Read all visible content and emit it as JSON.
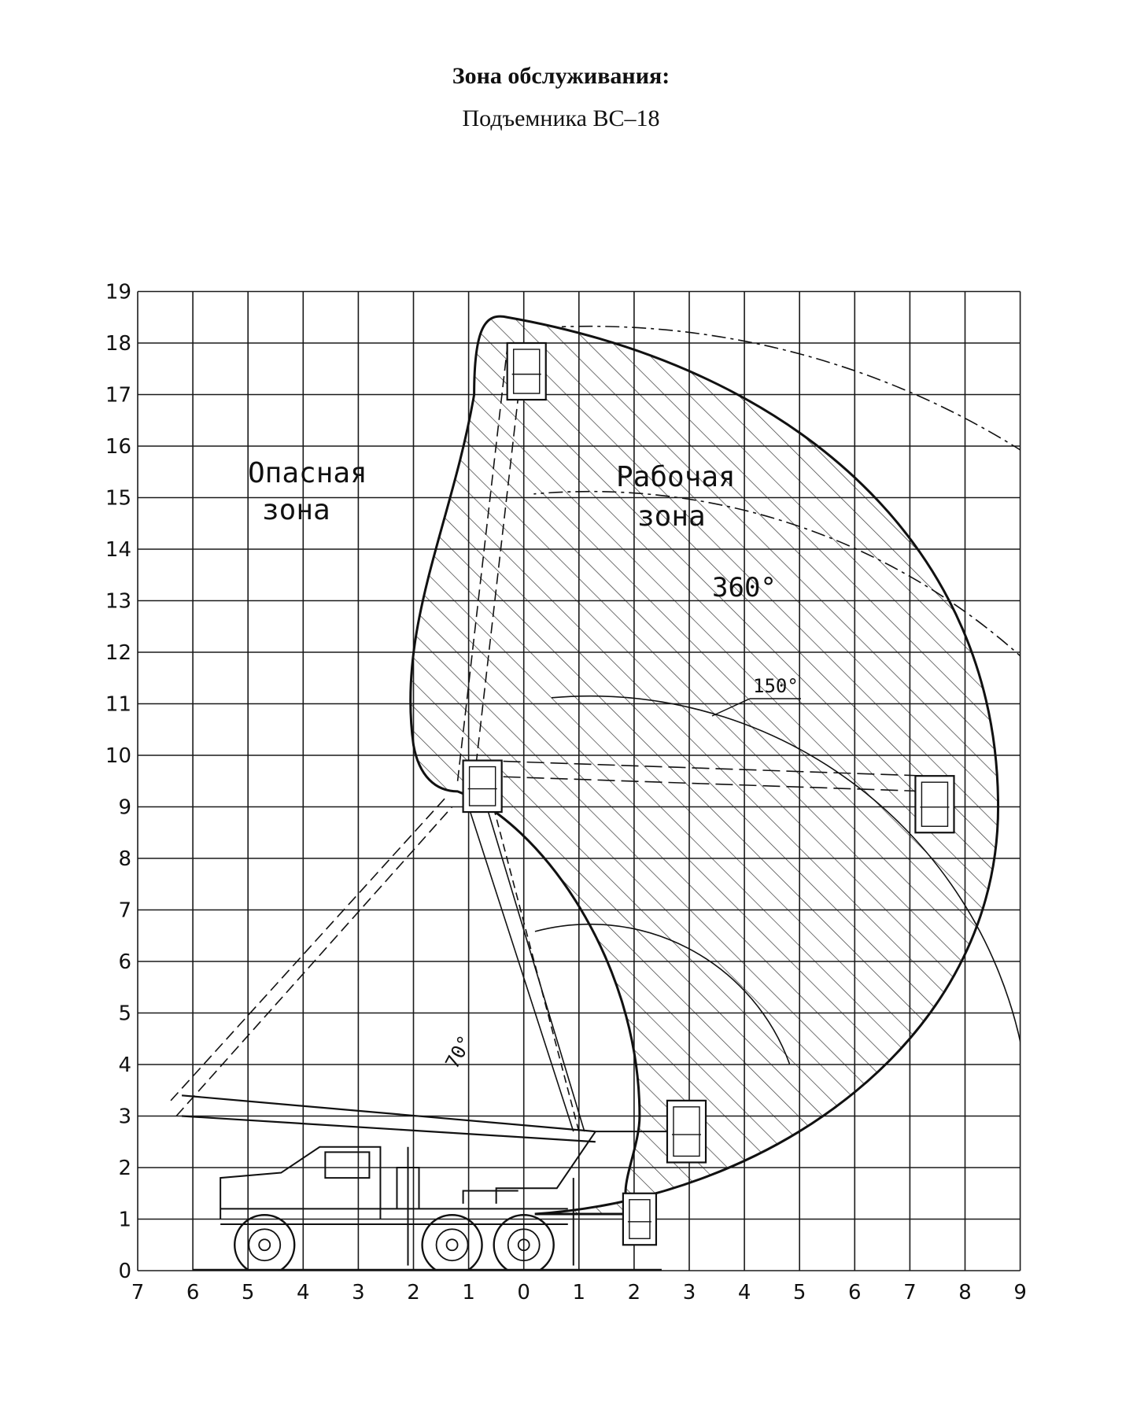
{
  "header": {
    "title": "Зона обслуживания:",
    "subtitle": "Подъемника ВС–18"
  },
  "axes": {
    "x_ticks": [
      "7",
      "6",
      "5",
      "4",
      "3",
      "2",
      "1",
      "0",
      "1",
      "2",
      "3",
      "4",
      "5",
      "6",
      "7",
      "8",
      "9"
    ],
    "y_ticks": [
      "0",
      "1",
      "2",
      "3",
      "4",
      "5",
      "6",
      "7",
      "8",
      "9",
      "10",
      "11",
      "12",
      "13",
      "14",
      "15",
      "16",
      "17",
      "18",
      "19"
    ]
  },
  "labels": {
    "danger_zone_line1": "Опасная",
    "danger_zone_line2": "зона",
    "work_zone_line1": "Рабочая",
    "work_zone_line2": "зона",
    "rotation_angle": "360°",
    "angle_150": "150°",
    "angle_70": "70°"
  },
  "colors": {
    "ink": "#111111",
    "grid": "#1a1a1a",
    "paper": "#ffffff"
  }
}
